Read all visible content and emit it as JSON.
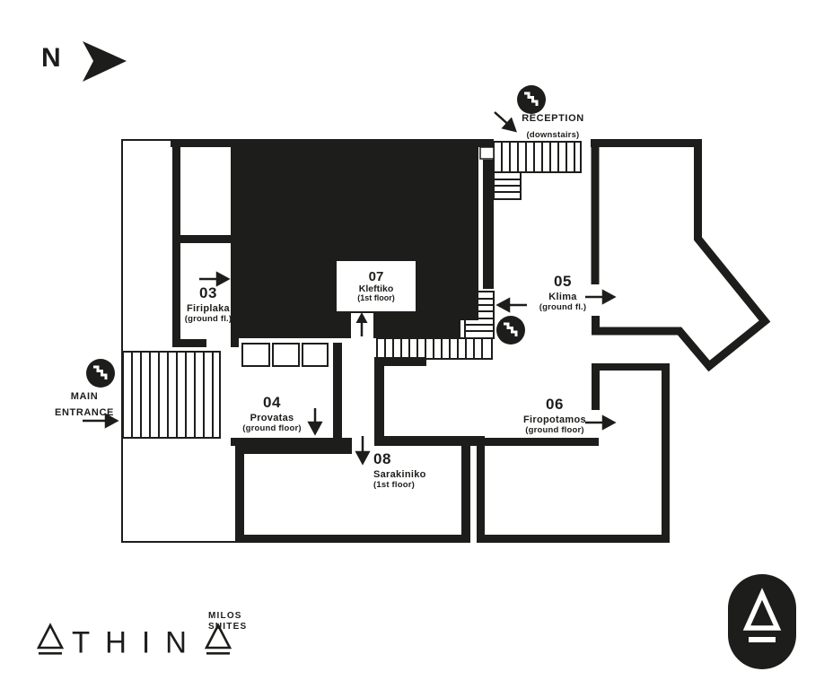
{
  "plan": {
    "north_label": "N",
    "reception": {
      "title": "RECEPTION",
      "subtitle": "(downstairs)"
    },
    "main_entrance": {
      "line1": "MAIN",
      "line2": "ENTRANCE"
    },
    "rooms": [
      {
        "number": "03",
        "name": "Firiplaka",
        "floor": "(ground fl.)"
      },
      {
        "number": "04",
        "name": "Provatas",
        "floor": "(ground floor)"
      },
      {
        "number": "05",
        "name": "Klima",
        "floor": "(ground fl.)"
      },
      {
        "number": "06",
        "name": "Firopotamos",
        "floor": "(ground floor)"
      },
      {
        "number": "07",
        "name": "Kleftiko",
        "floor": "(1st floor)"
      },
      {
        "number": "08",
        "name": "Sarakiniko",
        "floor": "(1st floor)"
      }
    ]
  },
  "brand": {
    "name": "ATHINA",
    "wordmark_middle_letters": "THIN",
    "tagline_line1": "MILOS",
    "tagline_line2": "SUITES"
  },
  "icons": {
    "north_arrow": "arrow-right",
    "reception_stairs": "stairs-in-circle",
    "mid_stairs": "stairs-in-circle",
    "entrance_stairs": "stairs-in-circle",
    "monogram": "triangle-a"
  },
  "colors": {
    "ink": "#1d1d1b",
    "bg": "#ffffff"
  }
}
